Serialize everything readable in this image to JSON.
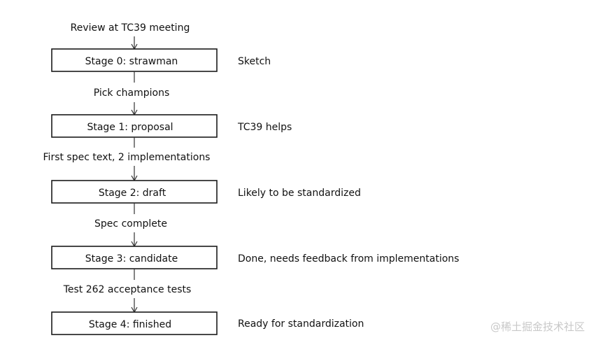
{
  "diagram": {
    "top_label": "Review at TC39 meeting",
    "stages": [
      {
        "label": "Stage 0: strawman",
        "description": "Sketch",
        "transition_below": "Pick champions"
      },
      {
        "label": "Stage 1: proposal",
        "description": "TC39 helps",
        "transition_below": "First spec text, 2 implementations"
      },
      {
        "label": "Stage 2: draft",
        "description": "Likely to be standardized",
        "transition_below": "Spec complete"
      },
      {
        "label": "Stage 3: candidate",
        "description": "Done, needs feedback from implementations",
        "transition_below": "Test 262 acceptance tests"
      },
      {
        "label": "Stage 4: finished",
        "description": "Ready for standardization",
        "transition_below": ""
      }
    ]
  },
  "watermark": "@稀土掘金技术社区"
}
